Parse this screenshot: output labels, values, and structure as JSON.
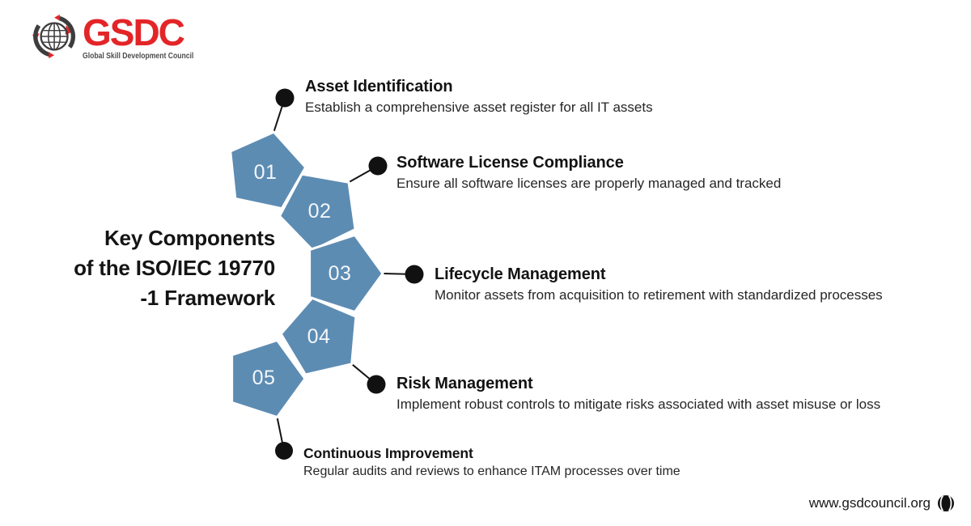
{
  "logo": {
    "name": "GSDC",
    "tagline": "Global Skill Development Council",
    "brand_red": "#e32528",
    "globe_gray": "#3d3d3d"
  },
  "title": {
    "lines": [
      "Key Components",
      "of the ISO/IEC 19770",
      "-1 Framework"
    ]
  },
  "diagram": {
    "pentagon_color": "#5d8cb3",
    "dot_color": "#111111",
    "steps": [
      {
        "number": "01",
        "title": "Asset Identification",
        "description": "Establish a comprehensive asset register for all IT assets"
      },
      {
        "number": "02",
        "title": "Software License Compliance",
        "description": "Ensure all software licenses are properly managed and tracked"
      },
      {
        "number": "03",
        "title": "Lifecycle Management",
        "description": "Monitor assets from acquisition to retirement with standardized processes"
      },
      {
        "number": "04",
        "title": "Risk Management",
        "description": "Implement robust controls to mitigate risks associated with asset misuse or loss"
      },
      {
        "number": "05",
        "title": "Continuous Improvement",
        "description": "Regular audits and reviews to enhance ITAM processes over time"
      }
    ]
  },
  "footer": {
    "website": "www.gsdcouncil.org"
  }
}
